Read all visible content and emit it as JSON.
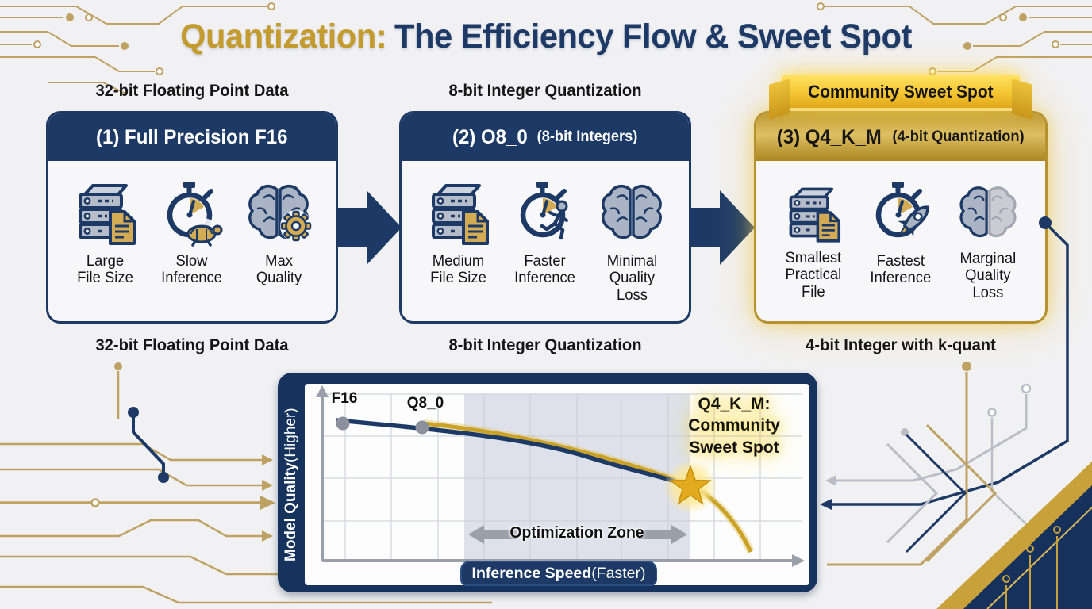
{
  "title": {
    "prefix": "Quantization:",
    "rest": "The Efficiency Flow & Sweet Spot"
  },
  "banner": {
    "label": "Community Sweet Spot"
  },
  "cards": [
    {
      "top_caption": "32-bit Floating Point Data",
      "header_main": "(1) Full Precision F16",
      "header_sub": "",
      "features": [
        {
          "icon": "server-stack-file-icon",
          "label": "Large\nFile Size"
        },
        {
          "icon": "stopwatch-turtle-icon",
          "label": "Slow\nInference"
        },
        {
          "icon": "brain-gear-icon",
          "label": "Max\nQuality"
        }
      ],
      "bottom_caption": "32-bit Floating Point Data"
    },
    {
      "top_caption": "8-bit Integer Quantization",
      "header_main": "(2) O8_0",
      "header_sub": "(8-bit Integers)",
      "features": [
        {
          "icon": "server-stack-file-icon",
          "label": "Medium\nFile Size"
        },
        {
          "icon": "stopwatch-runner-icon",
          "label": "Faster\nInference"
        },
        {
          "icon": "brain-icon",
          "label": "Minimal\nQuality Loss"
        }
      ],
      "bottom_caption": "8-bit Integer Quantization"
    },
    {
      "top_caption": "Community Sweet Spot",
      "header_main": "(3) Q4_K_M",
      "header_sub": "(4-bit Quantization)",
      "features": [
        {
          "icon": "server-stack-file-icon",
          "label": "Smallest\nPractical File"
        },
        {
          "icon": "stopwatch-rocket-icon",
          "label": "Fastest\nInference"
        },
        {
          "icon": "brain-faded-icon",
          "label": "Marginal\nQuality Loss"
        }
      ],
      "bottom_caption": "4-bit Integer with k-quant"
    }
  ],
  "chart_data": {
    "type": "line",
    "title": "",
    "xlabel_main": "Inference Speed",
    "xlabel_sub": " (Faster)",
    "ylabel_main": "Model Quality",
    "ylabel_sub": " (Higher)",
    "zone_label": "Optimization Zone",
    "annotation": "Q4_K_M:\nCommunity\nSweet Spot",
    "points": [
      {
        "label": "F16",
        "x": 0.05,
        "y": 0.93
      },
      {
        "label": "Q8_0",
        "x": 0.22,
        "y": 0.9
      },
      {
        "label": "Q4_K_M",
        "x": 0.74,
        "y": 0.52
      }
    ],
    "zone_x_range": [
      0.3,
      0.77
    ],
    "grid": true,
    "legend": "none",
    "colors": {
      "curve_navy": "#1d3a66",
      "curve_gold": "#c9a227",
      "star": "#e2ab1f",
      "zone_band": "#c9cfdb",
      "dot": "#8b919c"
    }
  },
  "colors": {
    "navy": "#1d3a66",
    "gold": "#c49b2e",
    "ribbon_yellow": "#f4c531",
    "background": "#f1f1f3"
  }
}
